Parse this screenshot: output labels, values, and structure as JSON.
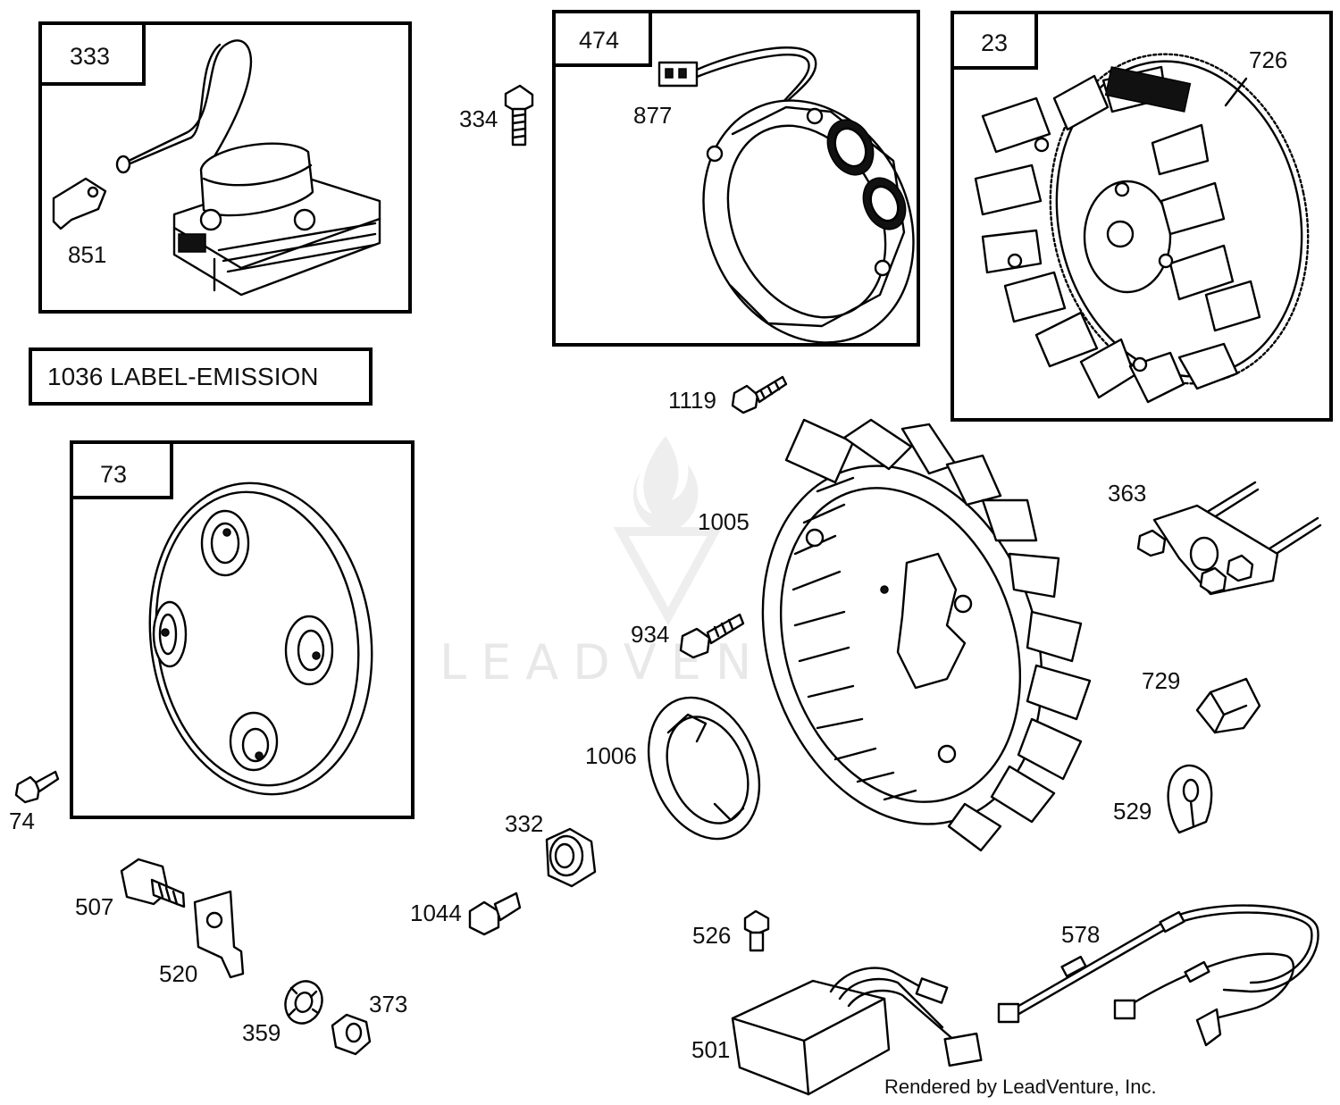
{
  "boxes": {
    "ignition_armature": "333",
    "alternator_stator": "474",
    "flywheel": "23",
    "blower_housing": "73"
  },
  "emission_label": "1036 LABEL-EMISSION",
  "callouts": {
    "c851": "851",
    "c334": "334",
    "c877": "877",
    "c726": "726",
    "c1119": "1119",
    "c1005": "1005",
    "c363": "363",
    "c934": "934",
    "c729": "729",
    "c1006": "1006",
    "c529": "529",
    "c74": "74",
    "c332": "332",
    "c507": "507",
    "c1044": "1044",
    "c526": "526",
    "c578": "578",
    "c520": "520",
    "c373": "373",
    "c359": "359",
    "c501": "501"
  },
  "watermark": "LEADVENTURE",
  "footer": "Rendered by LeadVenture, Inc.",
  "icons": {
    "watermark_logo": "flame-v-logo-icon"
  }
}
